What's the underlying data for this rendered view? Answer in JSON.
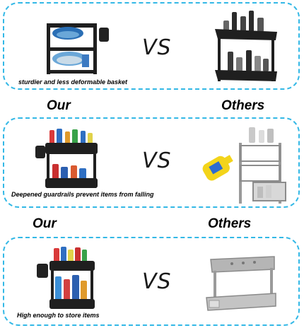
{
  "panels": [
    {
      "caption": "sturdier and less deformable basket",
      "vs": "VS"
    },
    {
      "caption": "Deepened guardrails prevent items from falling",
      "vs": "VS"
    },
    {
      "caption": "High enough to store items",
      "vs": "VS"
    }
  ],
  "labels": [
    {
      "left": "Our",
      "right": "Others"
    },
    {
      "left": "Our",
      "right": "Others"
    }
  ],
  "colors": {
    "frame": "#33b8e6",
    "rack_black": "#1f1f1f",
    "rack_silver": "#a9a9a9"
  }
}
